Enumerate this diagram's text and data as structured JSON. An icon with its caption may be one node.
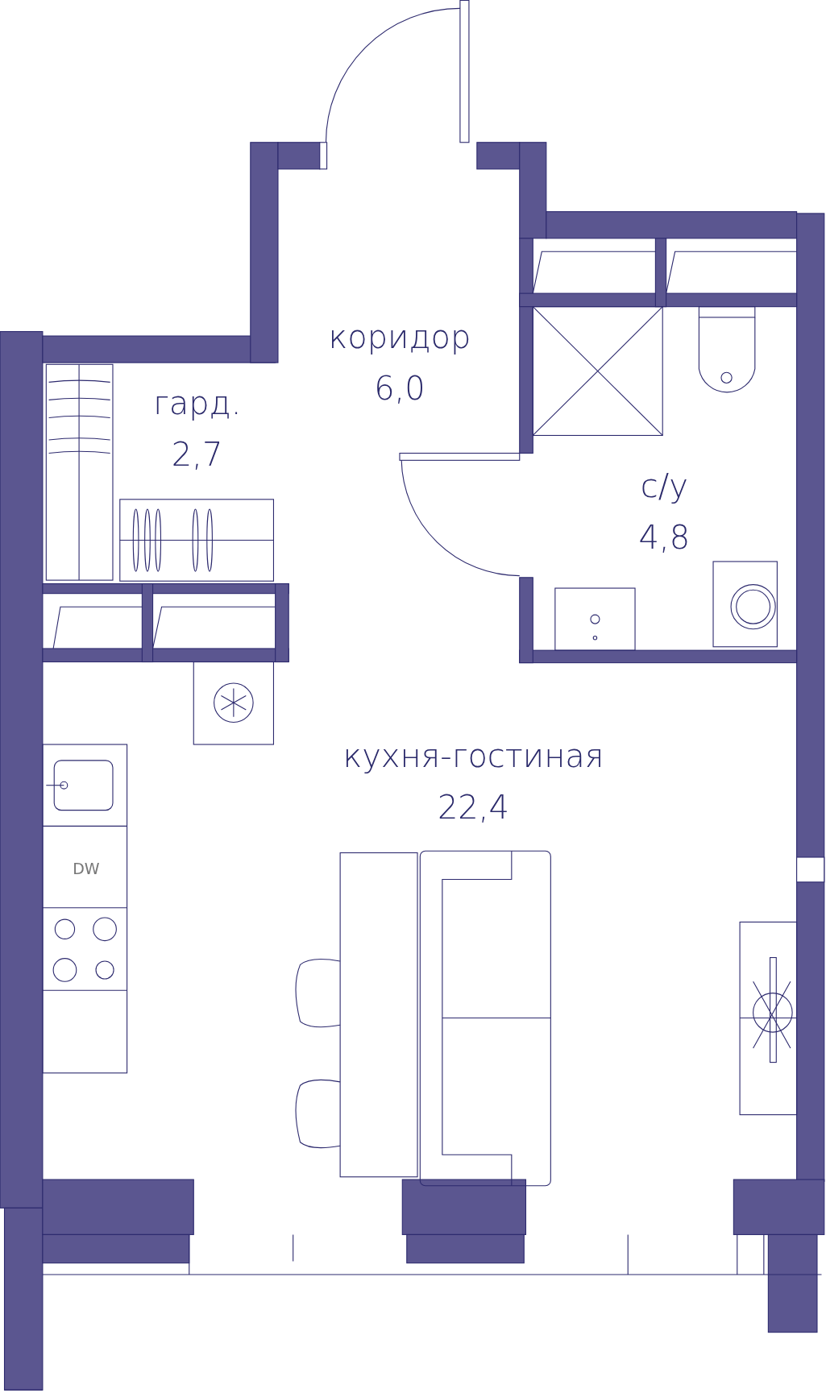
{
  "diagram": {
    "nodes": [
      {
        "text": [
          "гард.",
          "2,7"
        ]
      },
      {
        "text": [
          "коридор",
          "6,0"
        ]
      },
      {
        "text": [
          "с/у",
          "4,8"
        ]
      },
      {
        "text": [
          "кухня-гостиная",
          "22,4"
        ]
      }
    ],
    "labels": [
      "DW"
    ]
  }
}
